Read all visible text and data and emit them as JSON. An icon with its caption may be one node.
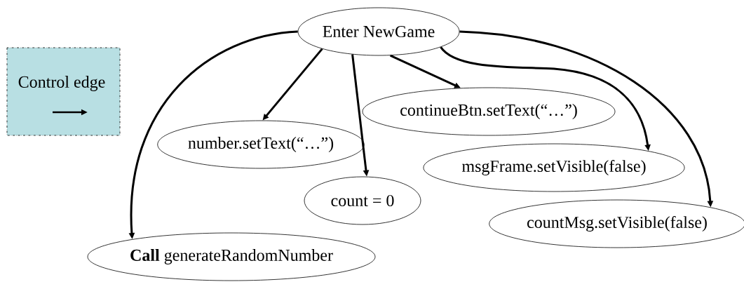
{
  "diagram": {
    "nodes": [
      {
        "text": [
          "Enter NewGame"
        ]
      },
      {
        "text": [
          "number.setText(“…”)"
        ]
      },
      {
        "text": [
          "continueBtn.setText(“…”)"
        ]
      },
      {
        "text": [
          "count = 0"
        ]
      },
      {
        "text": [
          "msgFrame.setVisible(false)"
        ]
      },
      {
        "text": [
          "countMsg.setVisible(false)"
        ]
      },
      {
        "text": [
          "**Call** generateRandomNumber"
        ]
      }
    ],
    "edges": [
      {
        "from": 0,
        "to": 6,
        "arrow": "to"
      },
      {
        "from": 0,
        "to": 1,
        "arrow": "to"
      },
      {
        "from": 0,
        "to": 3,
        "arrow": "to"
      },
      {
        "from": 0,
        "to": 2,
        "arrow": "to"
      },
      {
        "from": 0,
        "to": 4,
        "arrow": "to"
      },
      {
        "from": 0,
        "to": 5,
        "arrow": "to"
      }
    ],
    "legend": [
      {
        "text": "Control edge"
      }
    ]
  }
}
